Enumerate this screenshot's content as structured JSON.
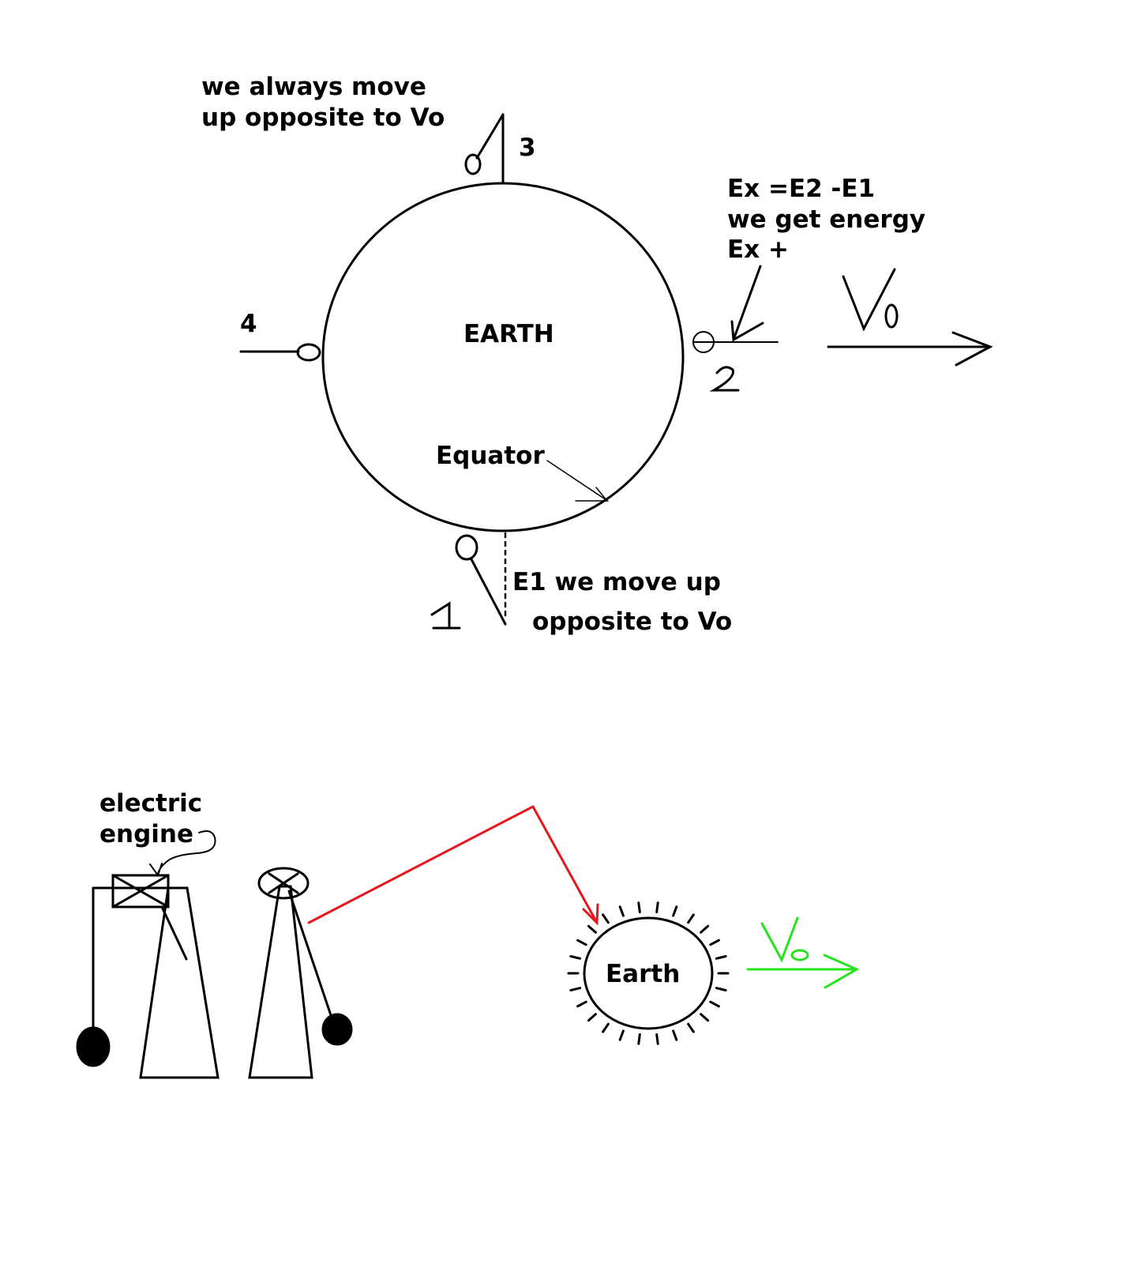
{
  "top": {
    "note_always_line1": "we always move",
    "note_always_line2": "up opposite to Vo",
    "label_3": "3",
    "label_4": "4",
    "earth_label": "EARTH",
    "ex_line1": "Ex =E2 -E1",
    "ex_line2": "we get energy",
    "ex_line3": "Ex +",
    "v0_main": "V",
    "v0_sub": "0",
    "label_2": "2",
    "equator_label": "Equator",
    "e1_line1": "E1 we move up",
    "e1_line2": "opposite to Vo",
    "label_1": "1"
  },
  "bottom": {
    "engine_line1": "electric",
    "engine_line2": "engine",
    "earth_label": "Earth",
    "v0_main": "V",
    "v0_sub": "o",
    "colors": {
      "red_arrow": "#e8161c",
      "green_arrow": "#27e31e",
      "ink": "#000000"
    }
  }
}
